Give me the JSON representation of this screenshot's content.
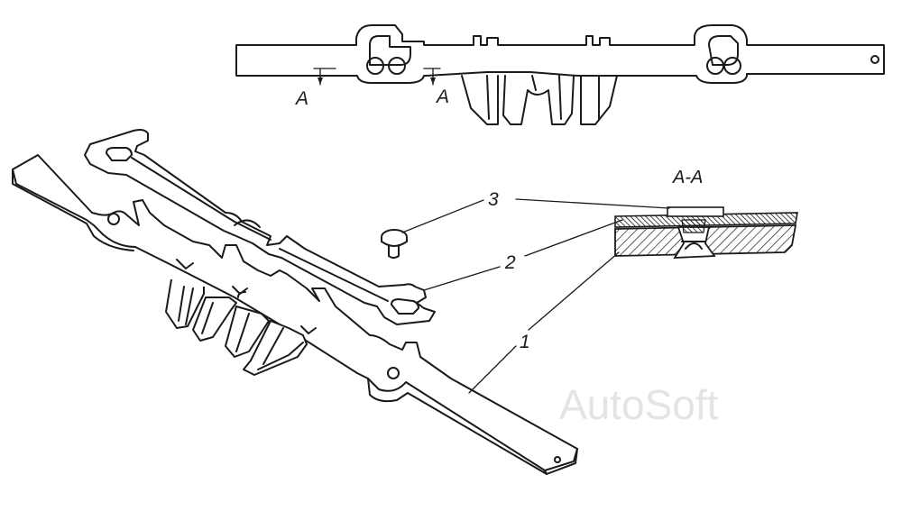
{
  "section_marks": {
    "left": "A",
    "right": "A"
  },
  "section_title": "A-A",
  "callouts": {
    "c1": "1",
    "c2": "2",
    "c3": "3"
  },
  "watermark": "AutoSoft",
  "colors": {
    "ink": "#1a1a1a",
    "paper": "#ffffff",
    "watermark": "#e4e4e4"
  }
}
